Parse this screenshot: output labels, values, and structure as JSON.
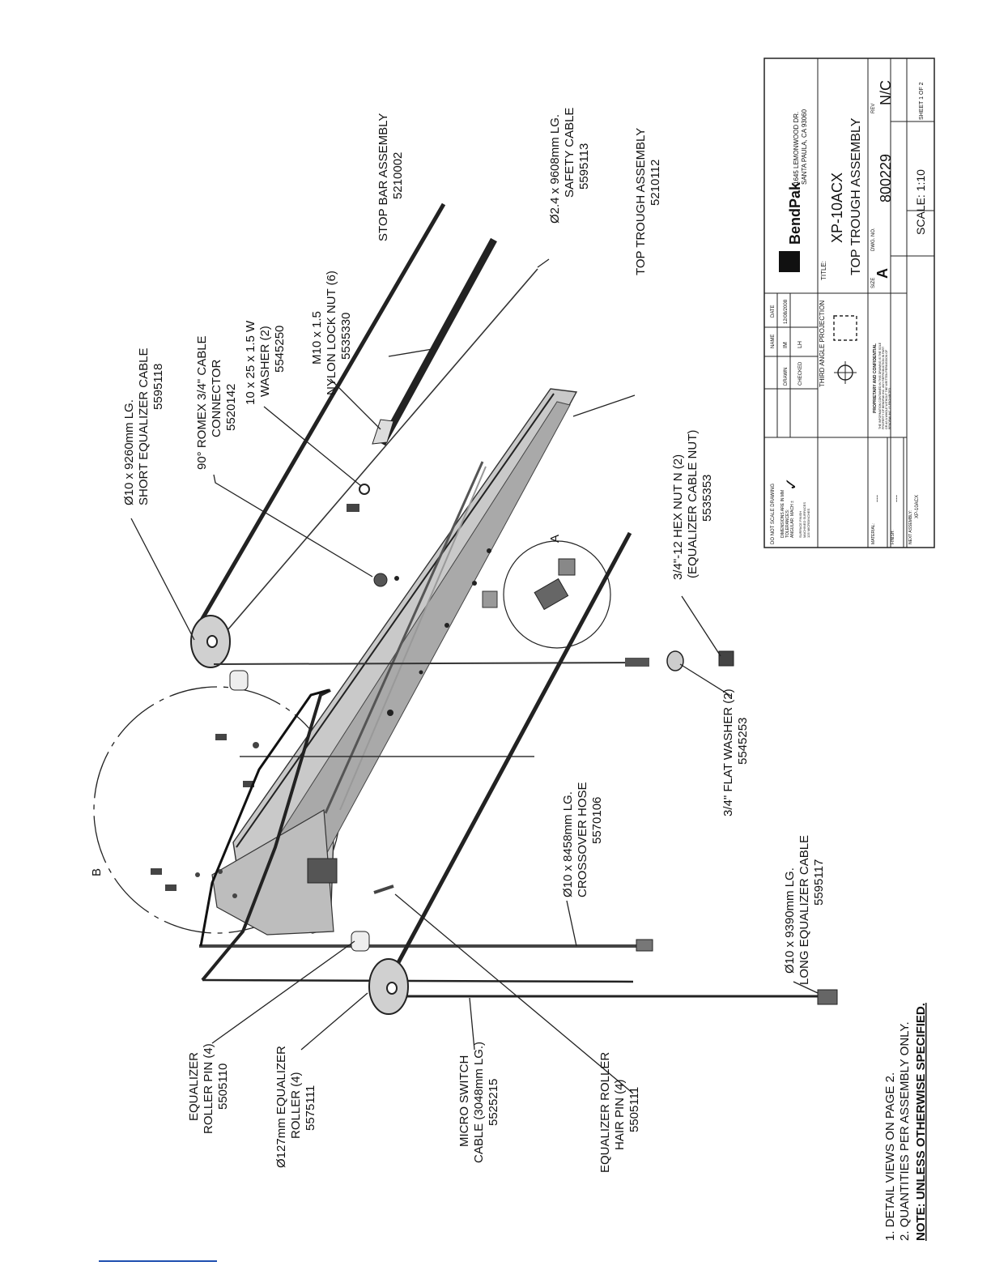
{
  "callouts": [
    {
      "id": "short_cable",
      "lines": [
        "Ø10 x 9260mm LG.",
        "SHORT EQUALIZER CABLE",
        "5595118"
      ]
    },
    {
      "id": "romex_connector",
      "lines": [
        "90° ROMEX 3/4\" CABLE",
        "CONNECTOR",
        "5520142"
      ]
    },
    {
      "id": "washer",
      "lines": [
        "10 x 25 x 1.5 W",
        "WASHER (2)",
        "5545250"
      ]
    },
    {
      "id": "lock_nut",
      "lines": [
        "M10 x 1.5",
        "NYLON LOCK NUT (6)",
        "5535330"
      ]
    },
    {
      "id": "stop_bar",
      "lines": [
        "STOP BAR ASSEMBLY",
        "5210002"
      ]
    },
    {
      "id": "safety_cable",
      "lines": [
        "Ø2.4 x 9608mm LG.",
        "SAFETY CABLE",
        "5595113"
      ]
    },
    {
      "id": "top_trough",
      "lines": [
        "TOP TROUGH ASSEMBLY",
        "5210112"
      ]
    },
    {
      "id": "hex_nut",
      "lines": [
        "3/4\"-12 HEX NUT N (2)",
        "(EQUALIZER CABLE NUT)",
        "5535353"
      ]
    },
    {
      "id": "flat_washer",
      "lines": [
        "3/4\" FLAT WASHER (2)",
        "5545253"
      ]
    },
    {
      "id": "crossover_hose",
      "lines": [
        "Ø10 x 8458mm LG.",
        "CROSSOVER HOSE",
        "5570106"
      ]
    },
    {
      "id": "long_cable",
      "lines": [
        "Ø10 x 9390mm LG.",
        "LONG EQUALIZER CABLE",
        "5595117"
      ]
    },
    {
      "id": "roller_pin",
      "lines": [
        "EQUALIZER",
        "ROLLER PIN (4)",
        "5505110"
      ]
    },
    {
      "id": "roller",
      "lines": [
        "Ø127mm EQUALIZER",
        "ROLLER (4)",
        "5575111"
      ]
    },
    {
      "id": "micro_switch",
      "lines": [
        "MICRO SWITCH",
        "CABLE (3048mm LG.)",
        "5525215"
      ]
    },
    {
      "id": "hair_pin",
      "lines": [
        "EQUALIZER ROLLER",
        "HAIR PIN (4)",
        "5505111"
      ]
    }
  ],
  "detail_labels": {
    "b": "B",
    "a": "A"
  },
  "notes": {
    "items": [
      "1.   DETAIL VIEWS ON PAGE 2.",
      "2.   QUANTITIES PER ASSEMBLY ONLY."
    ],
    "heading": "NOTE: UNLESS OTHERWISE SPECIFIED."
  },
  "title_block": {
    "company": "BendPak",
    "address": [
      "1645 LEMONWOOD DR.",
      "SANTA PAULA, CA 93060"
    ],
    "title_label": "TITLE:",
    "title": [
      "XP-10ACX",
      "TOP TROUGH ASSEMBLY"
    ],
    "rev_label": "REV",
    "rev": "N/C",
    "size_label": "SIZE",
    "size": "A",
    "dwg_label": "DWG. NO.",
    "dwg_no": "800229",
    "scale": "SCALE: 1:10",
    "sheet": "SHEET 1 OF 2",
    "name_header": "NAME",
    "date_header": "DATE",
    "drawn_label": "DRAWN",
    "drawn_name": "IM",
    "drawn_date": "12/08/2008",
    "checked_label": "CHECKED",
    "checked_name": "LH",
    "projection": "THIRD ANGLE PROJECTION",
    "do_not_scale": "DO NOT SCALE DRAWING",
    "dims_note": [
      "DIMENSIONS ARE IN MM",
      "TOLERANCES:",
      "ANGULAR: MACH ±"
    ],
    "finish_note": [
      "SURFACE FINISH",
      "MACHINED SURFACES",
      "125 MICROINCHES"
    ],
    "material_label": "MATERIAL:",
    "material_value": "---",
    "finish_label": "FINISH:",
    "finish_value": "---",
    "next_assy_label": "NEXT ASSEMBLY:",
    "next_assy_value": "XP-10ACX",
    "proprietary_heading": "PROPRIETARY AND CONFIDENTIAL",
    "proprietary_text": [
      "THE INFORMATION CONTAINED IN THIS DRAWING IS THE SOLE",
      "PROPERTY OF BENDPAK INC. ANY REPRODUCTION IN PART",
      "OR AS A WHOLE WITHOUT THE WRITTEN PERMISSION OF",
      "BENDPAK INC. IS PROHIBITED."
    ]
  }
}
